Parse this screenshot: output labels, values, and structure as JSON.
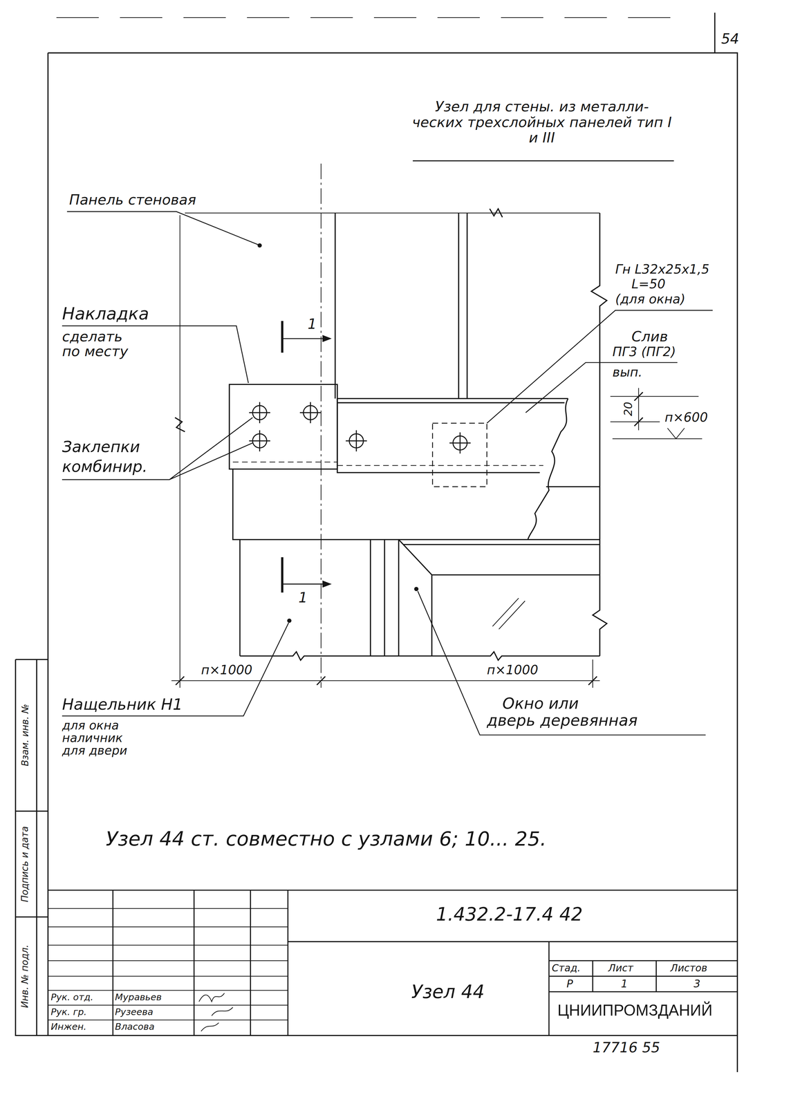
{
  "diagram": {
    "title": "Узел для стены. из металли- ческих трехслойных панелей тип I и III",
    "caption": "Узел 44 ст. совместно с узлами 6; 10... 25.",
    "labels": [
      "54",
      "Панель стеновая",
      "Накладка",
      "сделать",
      "по месту",
      "Заклепки",
      "комбинир.",
      "Гн L32x25x1,5",
      "L=50",
      "(для окна)",
      "Слив",
      "ПГ3 (ПГ2)",
      "вып.",
      "20",
      "п×600",
      "1",
      "1",
      "п×1000",
      "п×1000",
      "Нащельник Н1",
      "для окна",
      "наличник",
      "для двери",
      "Окно или",
      "дверь деревянная",
      "1.432.2-17.4 42",
      "Узел 44",
      "Стад.",
      "Лист",
      "Листов",
      "Р",
      "1",
      "3",
      "ЦНИИПРОМЗДАНИЙ",
      "Рук. отд.",
      "Муравьев",
      "Рук. гр.",
      "Рузеева",
      "Инжен.",
      "Власова",
      "17716 55",
      "Инв. № подл.",
      "Подпись и дата",
      "Взам. инв. №"
    ]
  }
}
